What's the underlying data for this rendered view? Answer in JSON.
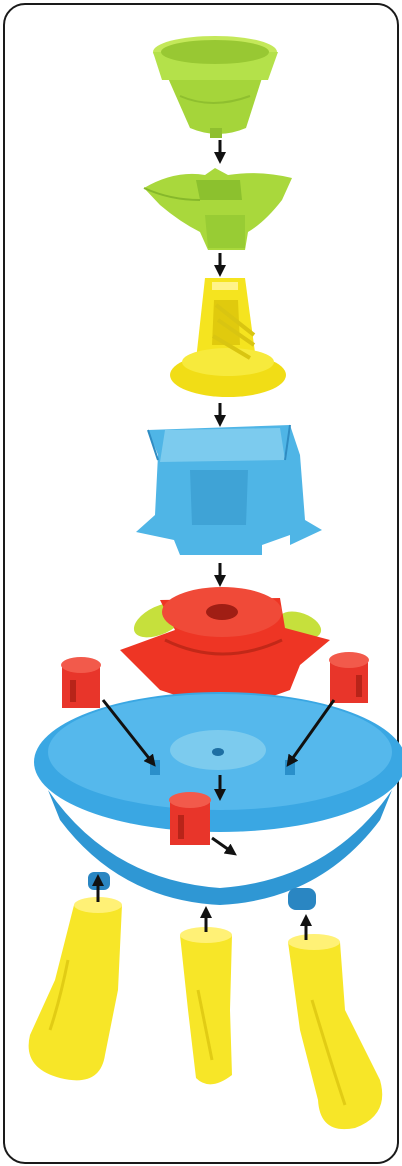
{
  "diagram": {
    "type": "exploded-assembly-view",
    "product": "water-play-table",
    "parts": [
      {
        "name": "funnel-bucket",
        "color": "#b4e14a"
      },
      {
        "name": "wing-tray",
        "color": "#a9d83c"
      },
      {
        "name": "waterwheel-tower",
        "color": "#f5e41f"
      },
      {
        "name": "tower-base",
        "color": "#4fb5e6"
      },
      {
        "name": "splash-top",
        "color": "#ee3524"
      },
      {
        "name": "paddle-wheel",
        "color": "#c6e03c"
      },
      {
        "name": "water-basin",
        "color": "#3aa7e3"
      },
      {
        "name": "stopper-plug",
        "color": "#e8352a",
        "count": 3
      },
      {
        "name": "leg",
        "color": "#f7e628",
        "count": 3
      }
    ],
    "arrow_color": "#111111",
    "frame_color": "#1a1a1a"
  }
}
